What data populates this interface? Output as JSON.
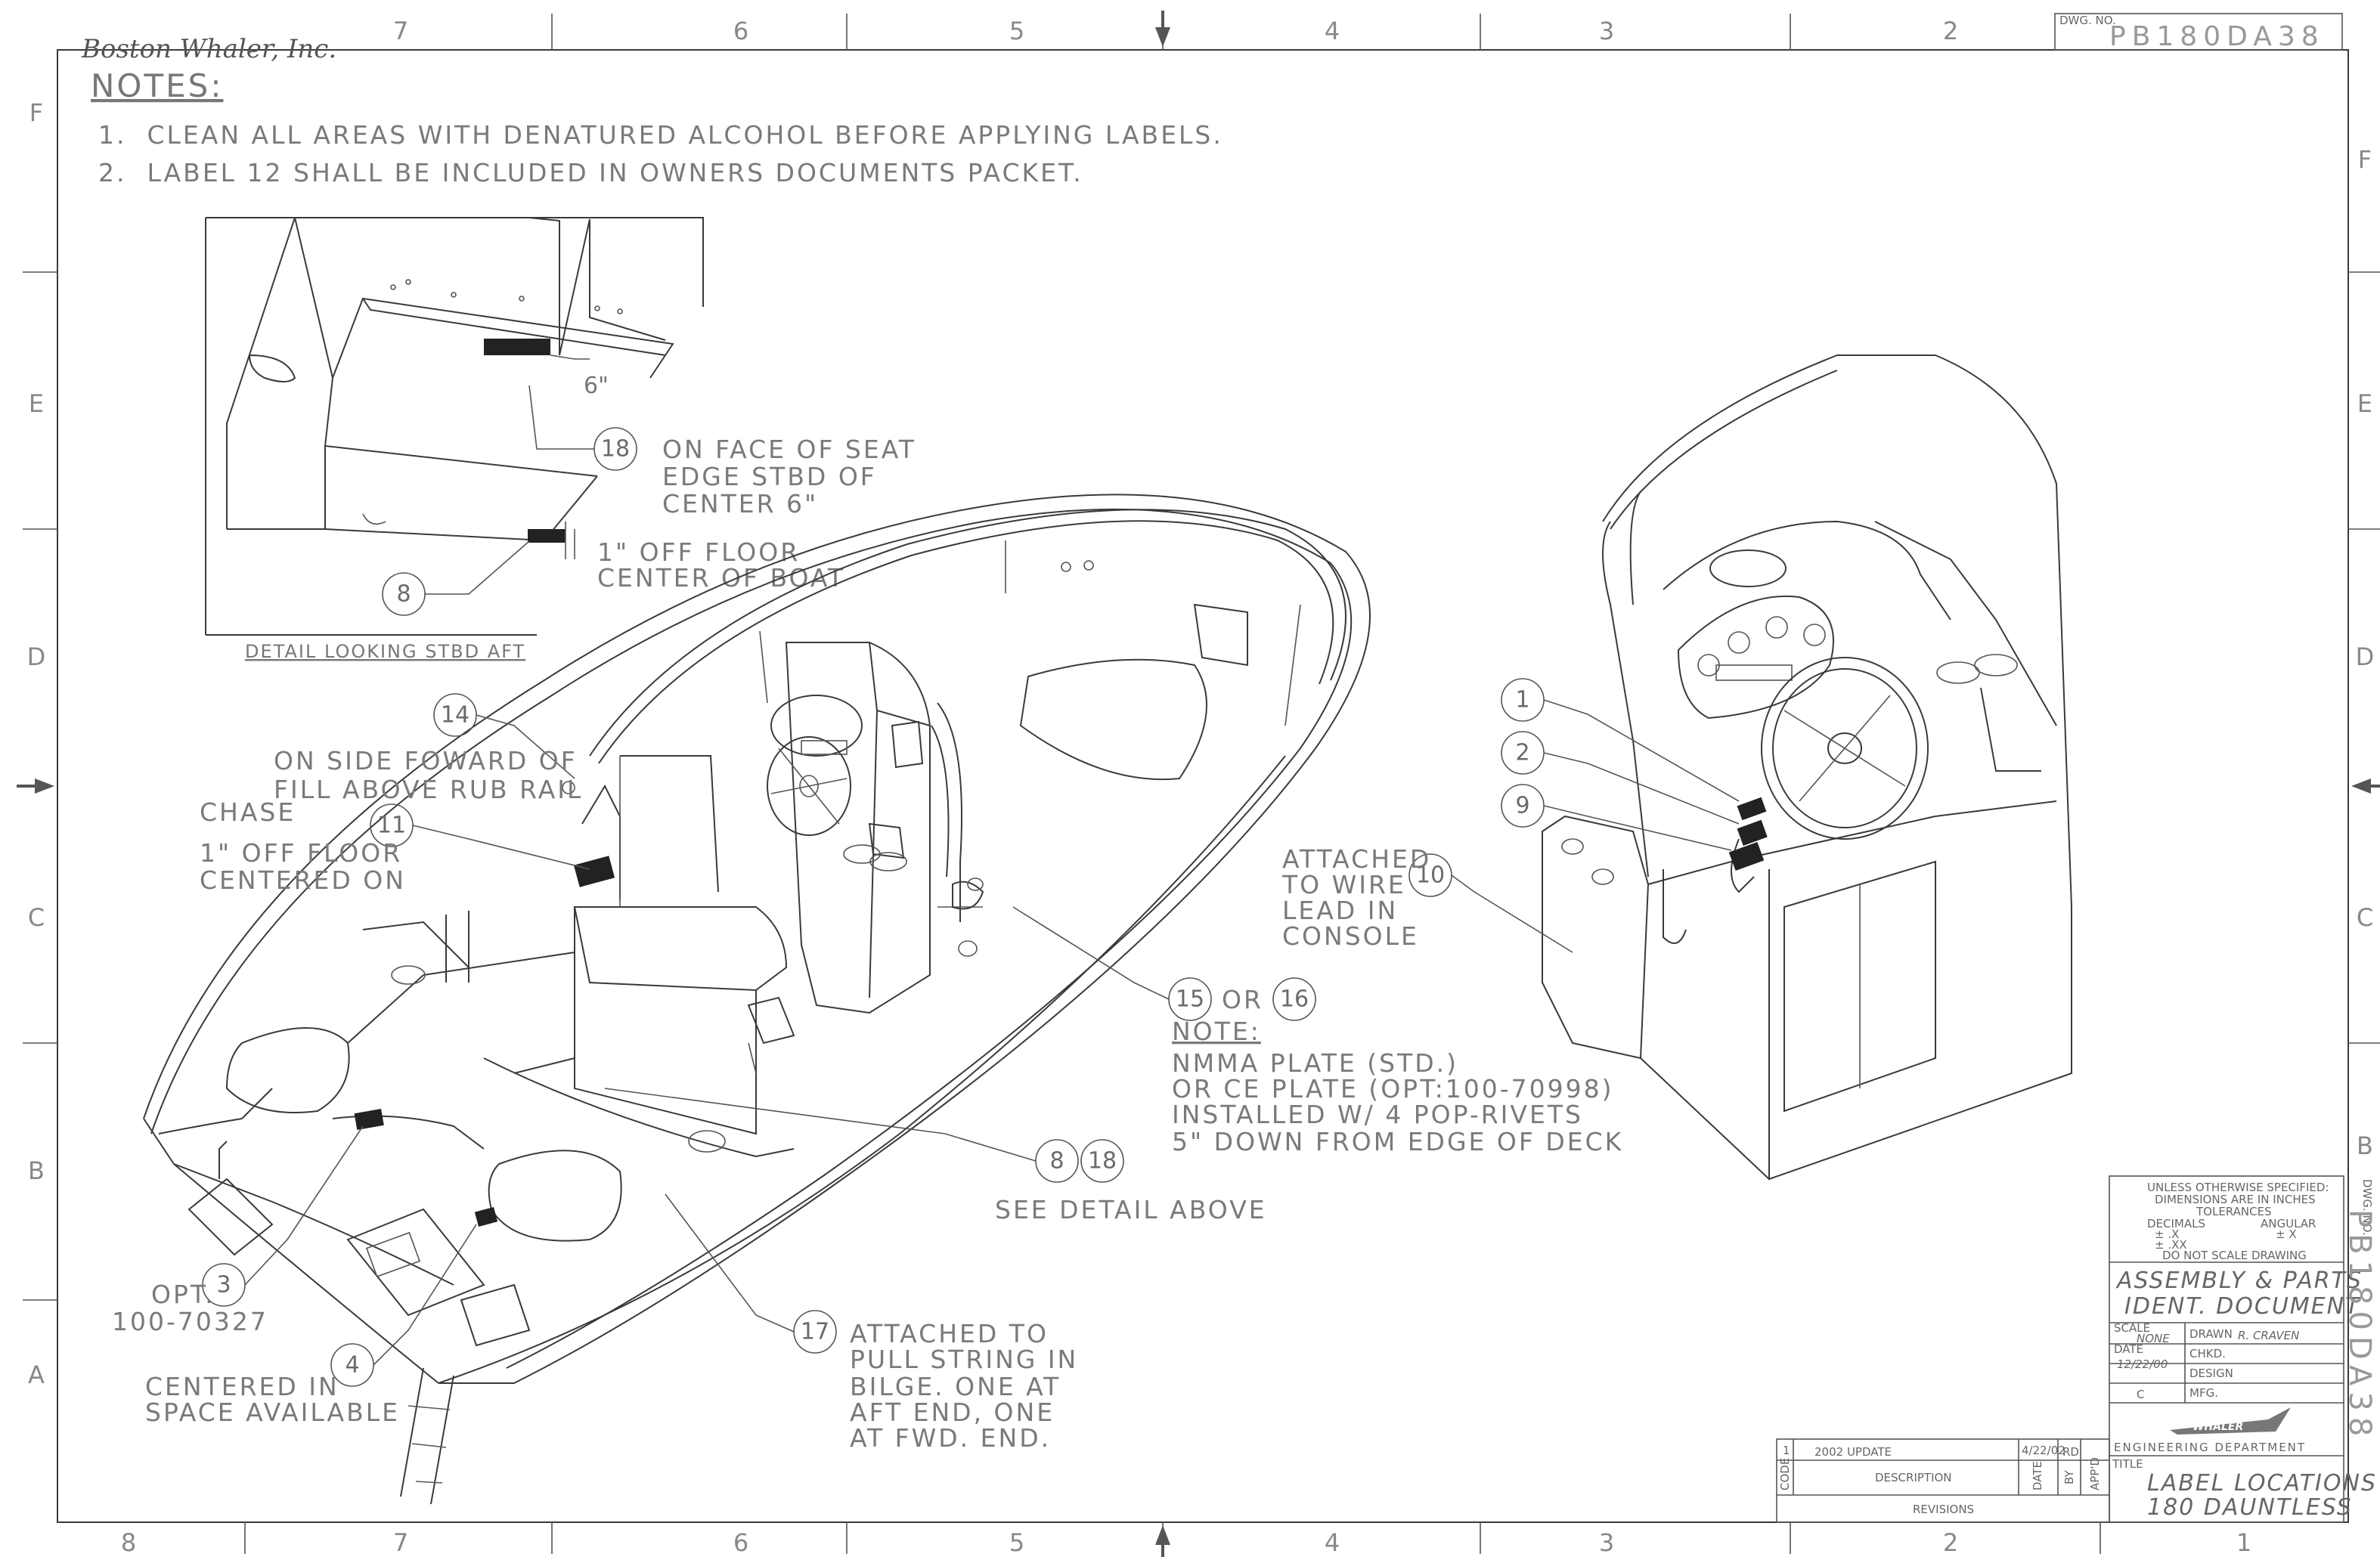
{
  "sheet": {
    "company": "Boston Whaler, Inc.",
    "dwg_no_label": "DWG. NO.",
    "dwg_no": "PB180DA38"
  },
  "zones": {
    "top": [
      "7",
      "6",
      "5",
      "4",
      "3",
      "2"
    ],
    "bottom": [
      "8",
      "7",
      "6",
      "5",
      "4",
      "3",
      "2",
      "1"
    ],
    "left": [
      "F",
      "E",
      "D",
      "C",
      "B",
      "A"
    ],
    "right": [
      "F",
      "E",
      "D",
      "C",
      "B"
    ]
  },
  "notes": {
    "heading": "NOTES:",
    "items": [
      "1.  CLEAN ALL AREAS WITH DENATURED ALCOHOL BEFORE APPLYING LABELS.",
      "2.  LABEL 12 SHALL BE INCLUDED IN OWNERS DOCUMENTS PACKET."
    ]
  },
  "detail": {
    "caption": "DETAIL LOOKING STBD AFT",
    "dim_6": "6\"",
    "callout_18": "18",
    "text_18": [
      "ON FACE OF SEAT",
      "EDGE STBD OF",
      "CENTER 6\""
    ],
    "callout_8": "8",
    "text_8": [
      "1\" OFF FLOOR",
      "CENTER OF BOAT"
    ]
  },
  "callouts": {
    "c14": "14",
    "t14": [
      "ON SIDE FOWARD OF",
      "FILL ABOVE RUB RAIL"
    ],
    "c11": "11",
    "t11": [
      "CHASE",
      "1\" OFF FLOOR",
      "CENTERED ON"
    ],
    "c15": "15",
    "or": "OR",
    "c16": "16",
    "note_label": "NOTE:",
    "t15": [
      "NMMA PLATE (STD.)",
      "OR CE PLATE (OPT:100-70998)",
      "INSTALLED W/ 4 POP-RIVETS",
      "5\" DOWN FROM EDGE OF DECK"
    ],
    "c8b": "8",
    "c18b": "18",
    "see_detail": "SEE DETAIL ABOVE",
    "c17": "17",
    "t17": [
      "ATTACHED TO",
      "PULL STRING IN",
      "BILGE.  ONE AT",
      "AFT END, ONE",
      "AT FWD. END."
    ],
    "c3": "3",
    "t3": [
      "OPT.",
      "100-70327"
    ],
    "c4": "4",
    "t4": [
      "CENTERED IN",
      "SPACE AVAILABLE"
    ],
    "c10": "10",
    "t10": [
      "ATTACHED",
      "TO WIRE",
      "LEAD IN",
      "CONSOLE"
    ],
    "c1": "1",
    "c2": "2",
    "c9": "9"
  },
  "titleblock": {
    "tolerance": [
      "UNLESS OTHERWISE SPECIFIED:",
      "DIMENSIONS ARE IN INCHES",
      "TOLERANCES"
    ],
    "decimals": "DECIMALS",
    "angular": "ANGULAR",
    "x1": "± .X",
    "x2": "± .XX",
    "ax": "± X",
    "noscale": "DO NOT SCALE DRAWING",
    "doc_title": [
      "ASSEMBLY & PARTS",
      "IDENT. DOCUMENT"
    ],
    "scale_label": "SCALE",
    "scale": "NONE",
    "drawn_label": "DRAWN",
    "drawn": "R. CRAVEN",
    "chkd": "CHKD.",
    "date_label": "DATE",
    "date": "12/22/00",
    "design": "DESIGN",
    "rev": "C",
    "mfg": "MFG.",
    "logo": "WHALER",
    "dept": "ENGINEERING DEPARTMENT",
    "title_label": "TITLE",
    "title": [
      "LABEL LOCATIONS",
      "180 DAUNTLESS"
    ]
  },
  "revisions": {
    "row_code": "1",
    "row_desc": "2002 UPDATE",
    "row_date": "4/22/02",
    "row_by": "RD",
    "code": "CODE",
    "description": "DESCRIPTION",
    "date": "DATE",
    "by": "BY",
    "appd": "APP'D",
    "label": "REVISIONS"
  }
}
